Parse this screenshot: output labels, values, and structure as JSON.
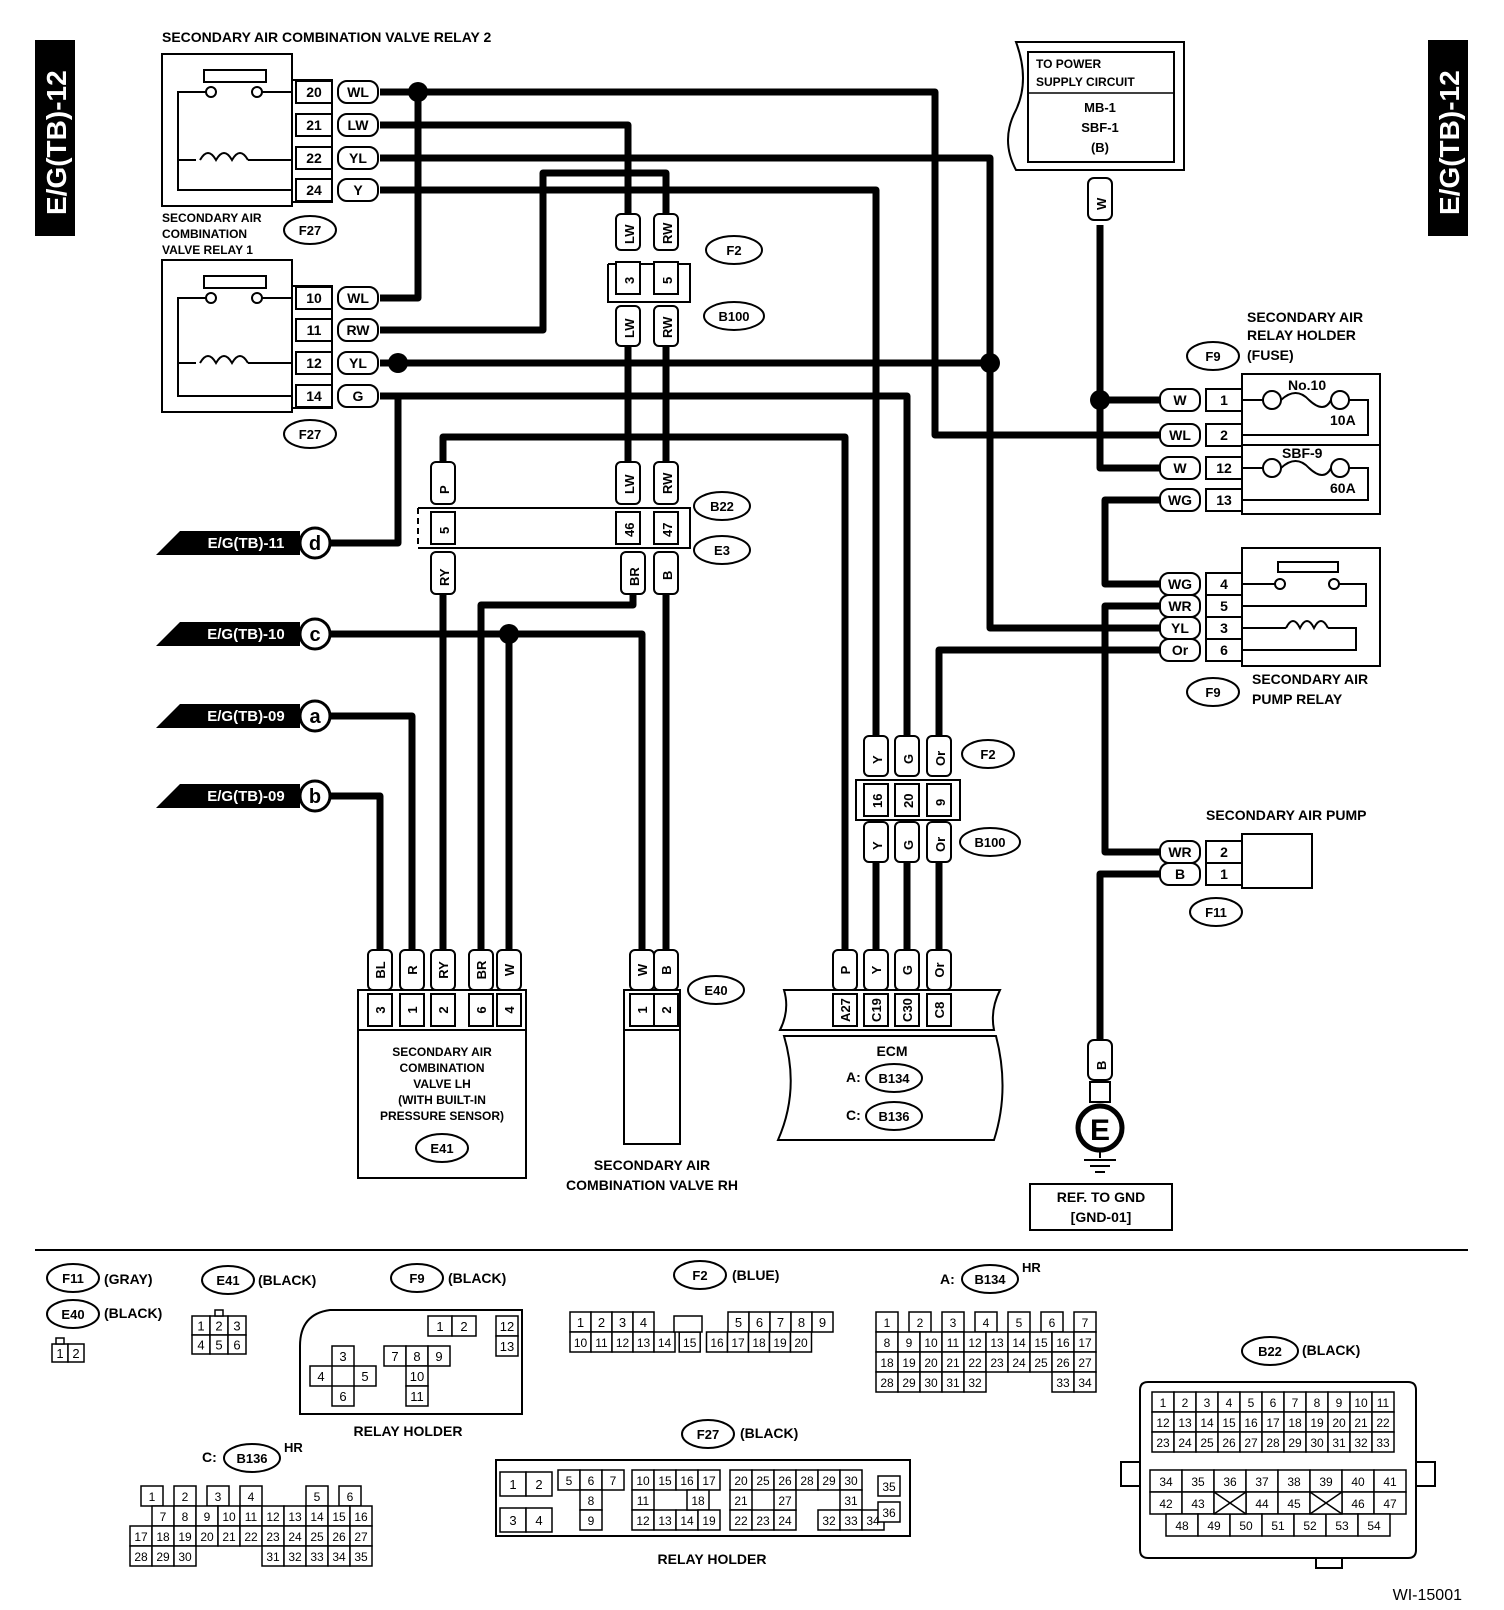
{
  "page": {
    "code": "E/G(TB)-12",
    "figure_id": "WI-15001"
  },
  "components": {
    "relay2": {
      "name": "SECONDARY AIR COMBINATION VALVE RELAY 2",
      "conn": "F27"
    },
    "relay1": {
      "name": [
        "SECONDARY AIR",
        "COMBINATION",
        "VALVE RELAY 1"
      ],
      "conn": "F27"
    },
    "power": {
      "lines": [
        "TO POWER",
        "SUPPLY CIRCUIT",
        "MB-1",
        "SBF-1",
        "(B)"
      ]
    },
    "relay_holder": {
      "name": [
        "SECONDARY AIR",
        "RELAY HOLDER",
        "(FUSE)"
      ],
      "conn": "F9",
      "fuse1": "No.10",
      "fuse1_amp": "10A",
      "fuse2": "SBF-9",
      "fuse2_amp": "60A"
    },
    "pump_relay": {
      "name": [
        "SECONDARY AIR",
        "PUMP RELAY"
      ],
      "conn": "F9"
    },
    "pump": {
      "name": "SECONDARY AIR PUMP",
      "conn": "F11"
    },
    "valve_lh": {
      "name": [
        "SECONDARY AIR",
        "COMBINATION",
        "VALVE LH",
        "(WITH BUILT-IN",
        "PRESSURE SENSOR)"
      ],
      "conn": "E41"
    },
    "valve_rh": {
      "name": [
        "SECONDARY AIR",
        "COMBINATION VALVE RH"
      ],
      "conn": "E40"
    },
    "ecm": {
      "name": "ECM",
      "a_label": "A:",
      "a_conn": "B134",
      "c_label": "C:",
      "c_conn": "B136"
    },
    "ground": {
      "symbol": "E",
      "ref": [
        "REF. TO GND",
        "[GND-01]"
      ]
    }
  },
  "connectors": {
    "f2_top": "F2",
    "b100_top": "B100",
    "b22": "B22",
    "e3": "E3",
    "f2_bot": "F2",
    "b100_bot": "B100",
    "e40": "E40"
  },
  "relay2_pins": [
    {
      "pin": "20",
      "wire": "WL"
    },
    {
      "pin": "21",
      "wire": "LW"
    },
    {
      "pin": "22",
      "wire": "YL"
    },
    {
      "pin": "24",
      "wire": "Y"
    }
  ],
  "relay1_pins": [
    {
      "pin": "10",
      "wire": "WL"
    },
    {
      "pin": "11",
      "wire": "RW"
    },
    {
      "pin": "12",
      "wire": "YL"
    },
    {
      "pin": "14",
      "wire": "G"
    }
  ],
  "holder_pins": [
    {
      "pin": "1",
      "wire": "W"
    },
    {
      "pin": "2",
      "wire": "WL"
    },
    {
      "pin": "12",
      "wire": "W"
    },
    {
      "pin": "13",
      "wire": "WG"
    }
  ],
  "pump_relay_pins": [
    {
      "pin": "4",
      "wire": "WG"
    },
    {
      "pin": "5",
      "wire": "WR"
    },
    {
      "pin": "3",
      "wire": "YL"
    },
    {
      "pin": "6",
      "wire": "Or"
    }
  ],
  "pump_pins": [
    {
      "pin": "2",
      "wire": "WR"
    },
    {
      "pin": "1",
      "wire": "B"
    }
  ],
  "junction_f2_top": {
    "pins": [
      "3",
      "5"
    ],
    "wires_top": [
      "LW",
      "RW"
    ],
    "wires_bot": [
      "LW",
      "RW"
    ]
  },
  "junction_b22": {
    "pins": [
      "5",
      "46",
      "47"
    ],
    "wires_top": [
      "P",
      "LW",
      "RW"
    ],
    "wires_bot": [
      "RY",
      "BR",
      "B"
    ]
  },
  "junction_f2_bot": {
    "pins": [
      "16",
      "20",
      "9"
    ],
    "wires_top": [
      "Y",
      "G",
      "Or"
    ],
    "wires_bot": [
      "Y",
      "G",
      "Or"
    ]
  },
  "power_wire": "W",
  "ground_wire": "B",
  "valve_lh_pins": [
    {
      "pin": "3",
      "wire": "BL"
    },
    {
      "pin": "1",
      "wire": "R"
    },
    {
      "pin": "2",
      "wire": "RY"
    },
    {
      "pin": "6",
      "wire": "BR"
    },
    {
      "pin": "4",
      "wire": "W"
    }
  ],
  "valve_rh_pins": [
    {
      "pin": "1",
      "wire": "W"
    },
    {
      "pin": "2",
      "wire": "B"
    }
  ],
  "ecm_pins": [
    {
      "pin": "A27",
      "wire": "P"
    },
    {
      "pin": "C19",
      "wire": "Y"
    },
    {
      "pin": "C30",
      "wire": "G"
    },
    {
      "pin": "C8",
      "wire": "Or"
    }
  ],
  "offpage": [
    {
      "ref": "E/G(TB)-11",
      "letter": "d"
    },
    {
      "ref": "E/G(TB)-10",
      "letter": "c"
    },
    {
      "ref": "E/G(TB)-09",
      "letter": "a"
    },
    {
      "ref": "E/G(TB)-09",
      "letter": "b"
    }
  ],
  "legend": {
    "f11": {
      "id": "F11",
      "color": "(GRAY)"
    },
    "e40": {
      "id": "E40",
      "color": "(BLACK)",
      "pins": [
        "1",
        "2"
      ]
    },
    "e41": {
      "id": "E41",
      "color": "(BLACK)",
      "pins": [
        "1",
        "2",
        "3",
        "4",
        "5",
        "6"
      ]
    },
    "f9": {
      "id": "F9",
      "color": "(BLACK)",
      "caption": "RELAY HOLDER",
      "pins": [
        "1",
        "2",
        "12",
        "13",
        "3",
        "4",
        "5",
        "6",
        "7",
        "8",
        "9",
        "10",
        "11"
      ]
    },
    "f2": {
      "id": "F2",
      "color": "(BLUE)",
      "pins": [
        "1",
        "2",
        "3",
        "4",
        "5",
        "6",
        "7",
        "8",
        "9",
        "10",
        "11",
        "12",
        "13",
        "14",
        "15",
        "16",
        "17",
        "18",
        "19",
        "20"
      ]
    },
    "b134": {
      "prefix": "A:",
      "id": "B134",
      "suffix": "HR",
      "pins": [
        "1",
        "2",
        "3",
        "4",
        "5",
        "6",
        "7",
        "8",
        "9",
        "10",
        "11",
        "12",
        "13",
        "14",
        "15",
        "16",
        "17",
        "18",
        "19",
        "20",
        "21",
        "22",
        "23",
        "24",
        "25",
        "26",
        "27",
        "28",
        "29",
        "30",
        "31",
        "32",
        "33",
        "34"
      ]
    },
    "b136": {
      "prefix": "C:",
      "id": "B136",
      "suffix": "HR",
      "pins": [
        "1",
        "2",
        "3",
        "4",
        "5",
        "6",
        "7",
        "8",
        "9",
        "10",
        "11",
        "12",
        "13",
        "14",
        "15",
        "16",
        "17",
        "18",
        "19",
        "20",
        "21",
        "22",
        "23",
        "24",
        "25",
        "26",
        "27",
        "28",
        "29",
        "30",
        "31",
        "32",
        "33",
        "34",
        "35"
      ]
    },
    "f27": {
      "id": "F27",
      "color": "(BLACK)",
      "caption": "RELAY HOLDER",
      "pins": [
        "1",
        "2",
        "3",
        "4",
        "5",
        "6",
        "7",
        "8",
        "9",
        "10",
        "11",
        "12",
        "13",
        "14",
        "15",
        "16",
        "17",
        "18",
        "19",
        "20",
        "21",
        "22",
        "23",
        "24",
        "25",
        "26",
        "27",
        "28",
        "29",
        "30",
        "31",
        "32",
        "33",
        "34",
        "35",
        "36"
      ]
    },
    "b22": {
      "id": "B22",
      "color": "(BLACK)",
      "pins": [
        "1",
        "2",
        "3",
        "4",
        "5",
        "6",
        "7",
        "8",
        "9",
        "10",
        "11",
        "12",
        "13",
        "14",
        "15",
        "16",
        "17",
        "18",
        "19",
        "20",
        "21",
        "22",
        "23",
        "24",
        "25",
        "26",
        "27",
        "28",
        "29",
        "30",
        "31",
        "32",
        "33",
        "34",
        "35",
        "36",
        "37",
        "38",
        "39",
        "40",
        "41",
        "42",
        "43",
        "44",
        "45",
        "46",
        "47",
        "48",
        "49",
        "50",
        "51",
        "52",
        "53",
        "54"
      ]
    }
  }
}
